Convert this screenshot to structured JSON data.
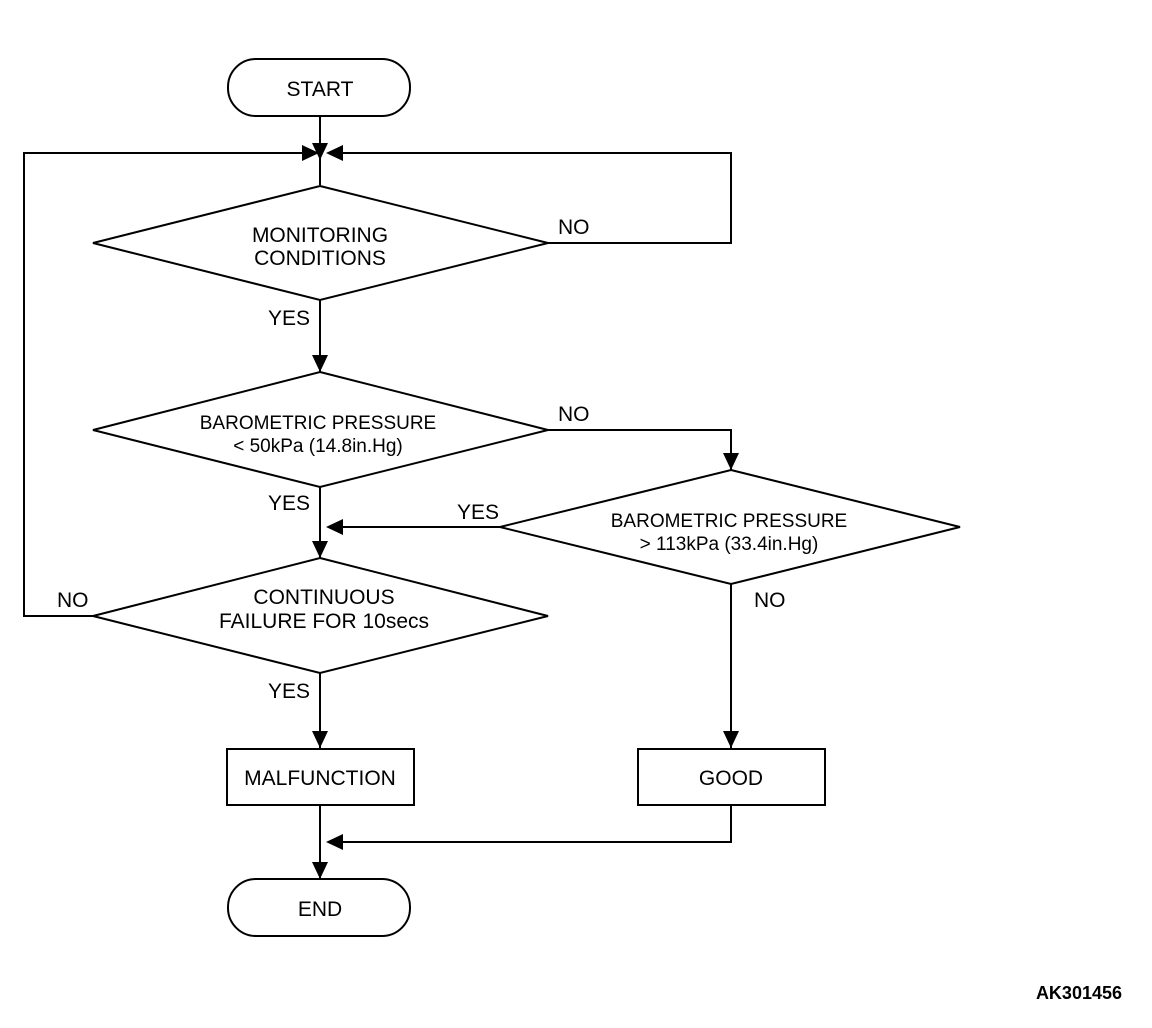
{
  "nodes": {
    "start": "START",
    "monitoring": [
      "MONITORING",
      "CONDITIONS"
    ],
    "baro_low": [
      "BAROMETRIC PRESSURE",
      "< 50kPa (14.8in.Hg)"
    ],
    "baro_high": [
      "BAROMETRIC PRESSURE",
      "> 113kPa (33.4in.Hg)"
    ],
    "continuous": [
      "CONTINUOUS",
      "FAILURE FOR 10secs"
    ],
    "malfunction": "MALFUNCTION",
    "good": "GOOD",
    "end": "END"
  },
  "edge_labels": {
    "monitoring_no": "NO",
    "monitoring_yes": "YES",
    "baro_low_no": "NO",
    "baro_low_yes": "YES",
    "baro_high_yes": "YES",
    "baro_high_no": "NO",
    "continuous_no": "NO",
    "continuous_yes": "YES"
  },
  "figure_id": "AK301456"
}
